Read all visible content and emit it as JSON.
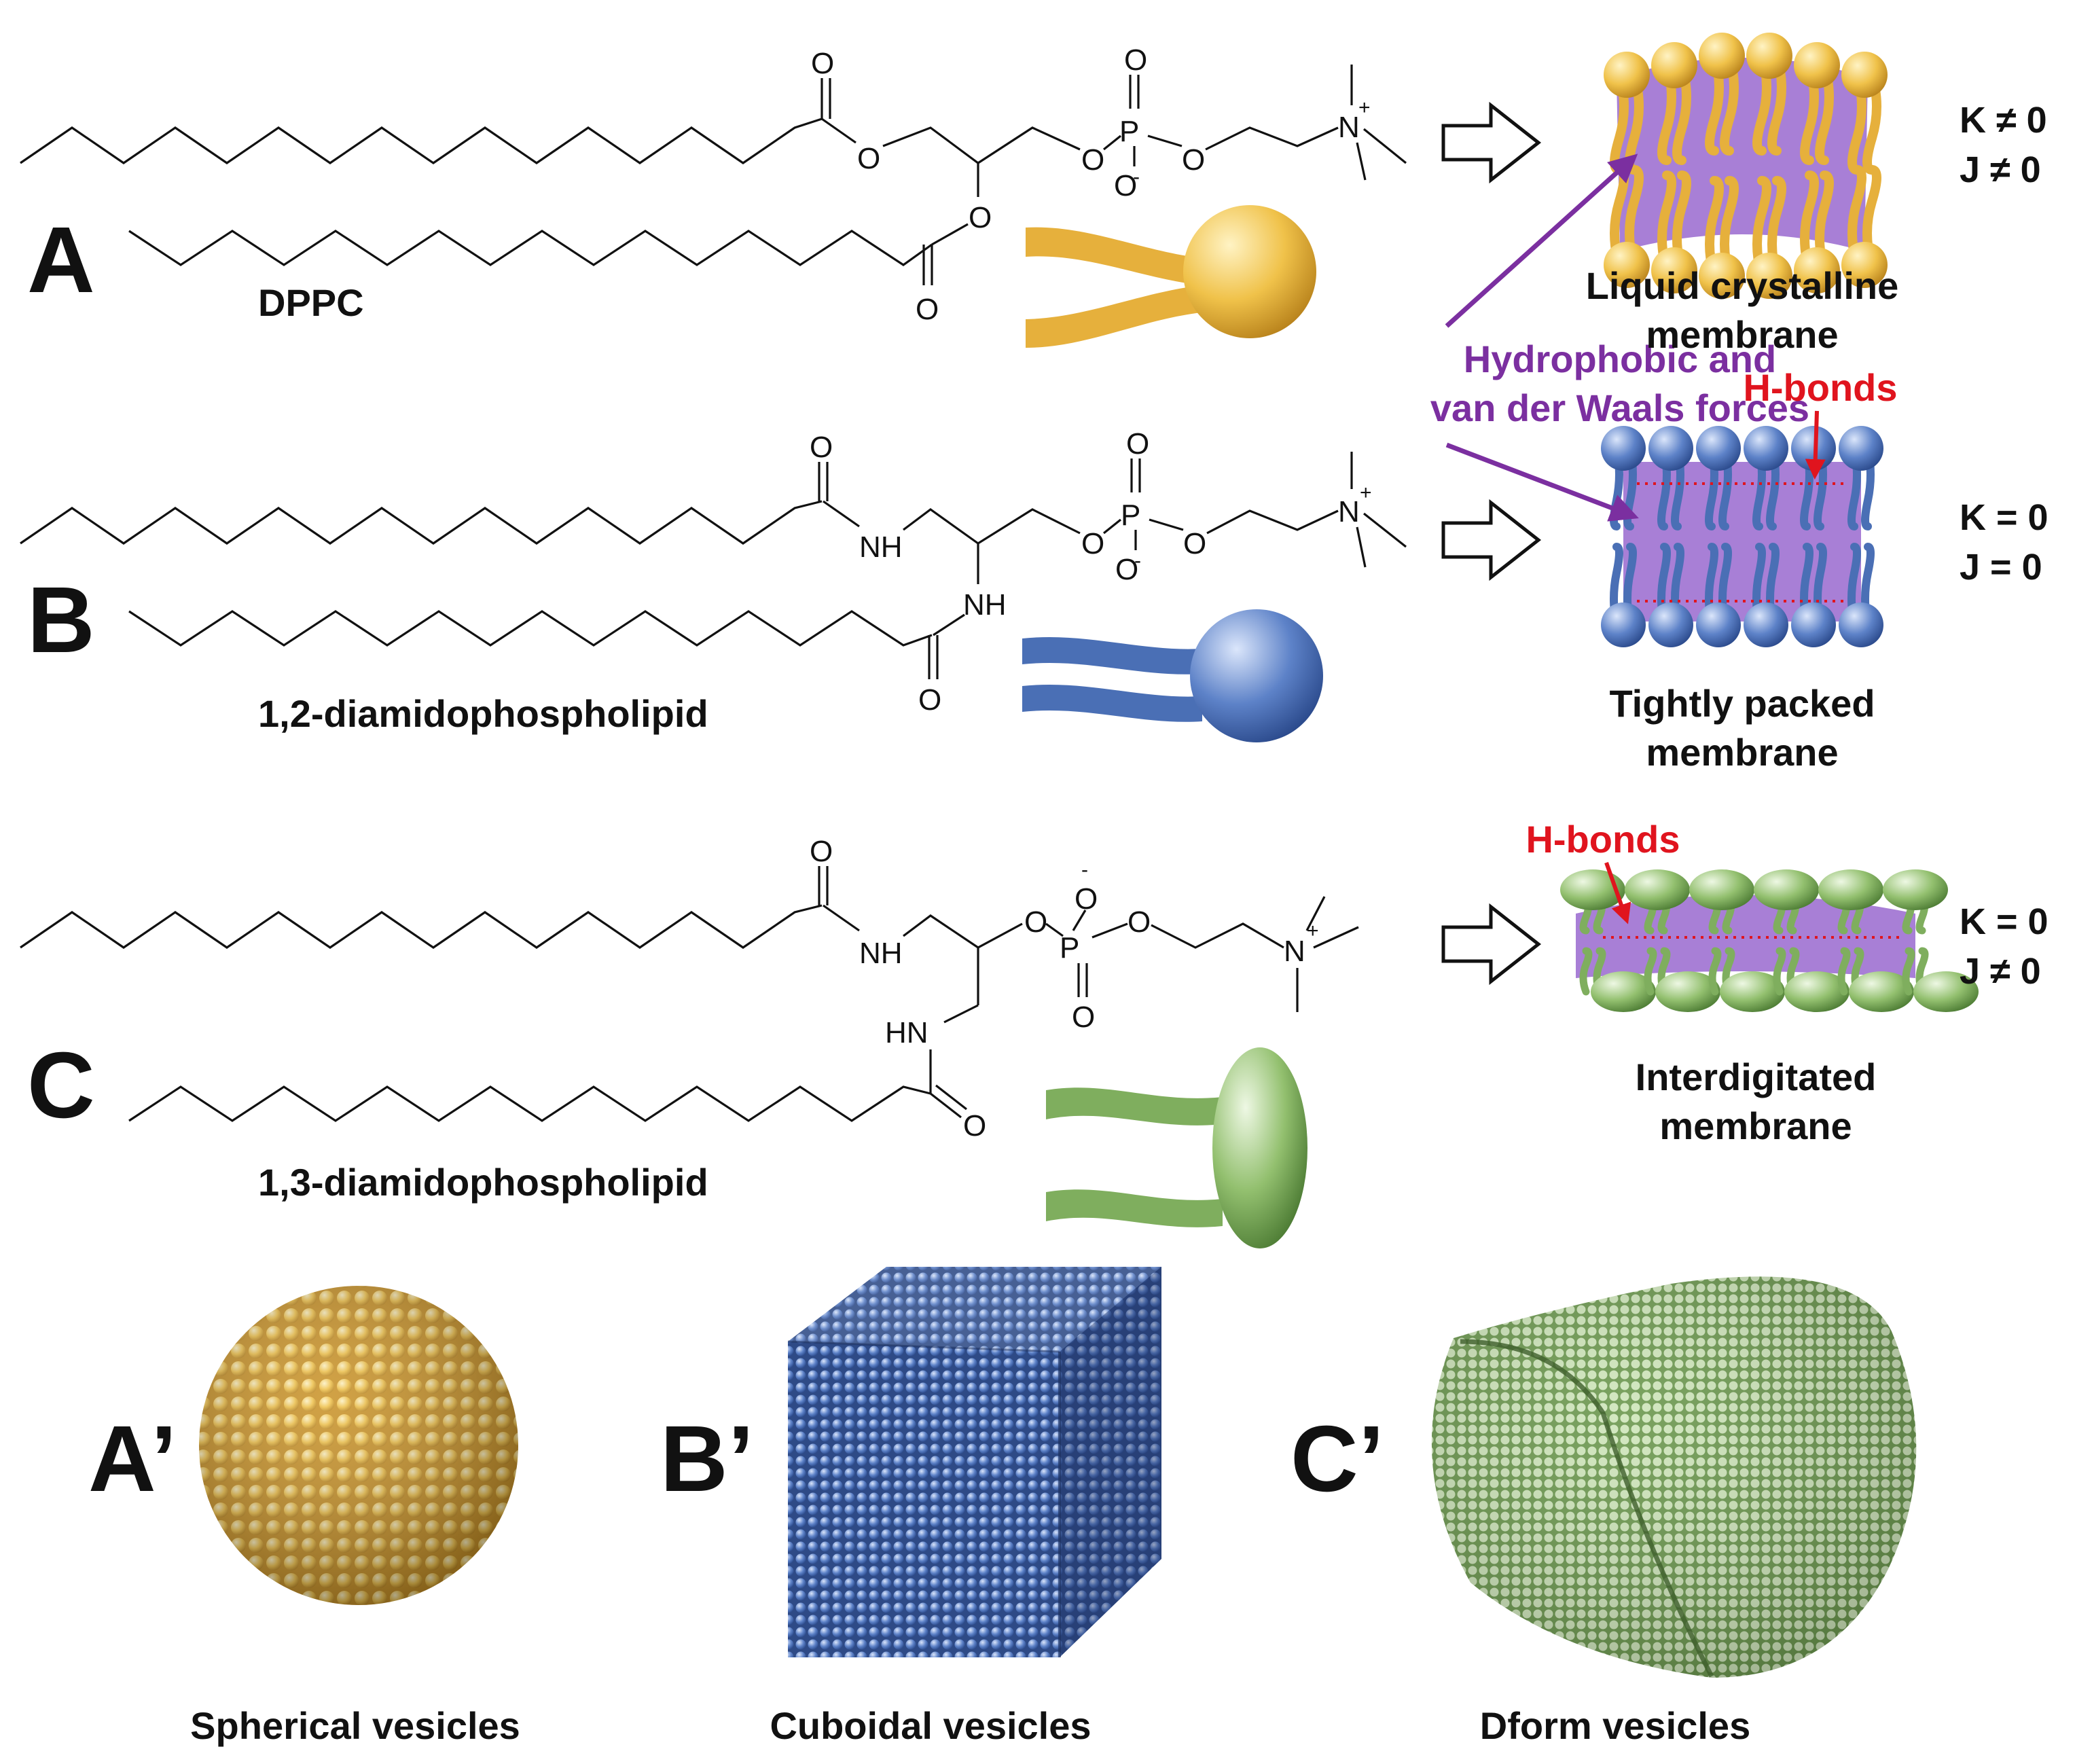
{
  "panels": [
    {
      "letter": "A",
      "lipid_name": "DPPC",
      "membrane_label": [
        "Liquid crystalline",
        "membrane"
      ],
      "conditions": [
        "K ≠ 0",
        "J ≠ 0"
      ],
      "color": "#e8b23a"
    },
    {
      "letter": "B",
      "lipid_name": "1,2-diamidophospholipid",
      "membrane_label": [
        "Tightly packed",
        "membrane"
      ],
      "conditions": [
        "K = 0",
        "J = 0"
      ],
      "color": "#4a6fb5"
    },
    {
      "letter": "C",
      "lipid_name": "1,3-diamidophospholipid",
      "membrane_label": [
        "Interdigitated",
        "membrane"
      ],
      "conditions": [
        "K = 0",
        "J ≠ 0"
      ],
      "color": "#7fae5e"
    }
  ],
  "forces_label": [
    "Hydrophobic and",
    "van der Waals forces"
  ],
  "hbonds_label": "H-bonds",
  "atoms": {
    "O": "O",
    "P": "P",
    "N": "N",
    "NH": "NH",
    "HN": "HN",
    "plus": "+",
    "minus": "-"
  },
  "vesicles": [
    {
      "letter": "A’",
      "label": "Spherical vesicles",
      "color": "#e8b23a"
    },
    {
      "letter": "B’",
      "label": "Cuboidal vesicles",
      "color": "#4a6fb5"
    },
    {
      "letter": "C’",
      "label": "Dform vesicles",
      "color": "#9cc37c"
    }
  ],
  "colors": {
    "purple": "#7b2fa0",
    "red": "#e0141e",
    "membrane_core": "#a87fd6"
  }
}
